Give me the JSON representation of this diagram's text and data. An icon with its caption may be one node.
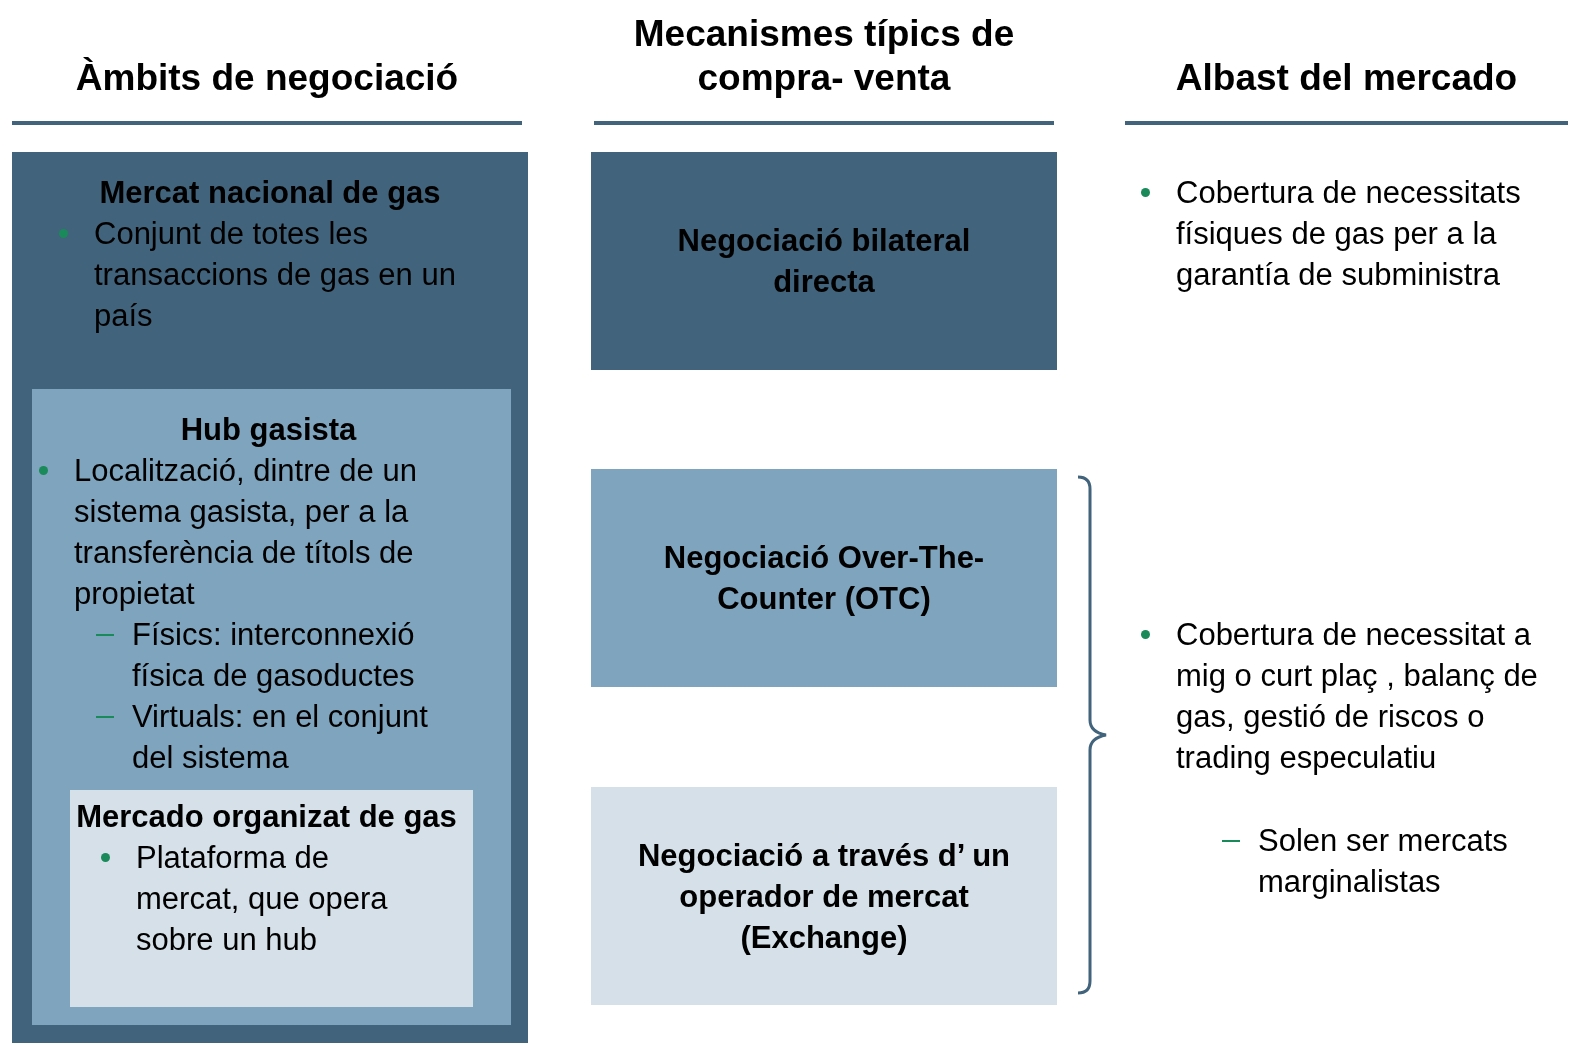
{
  "diagram": {
    "nodes": [
      {
        "text": [
          "Mercat nacional de gas",
          "Conjunt de totes les transaccions de gas en un país"
        ]
      },
      {
        "text": [
          "Hub gasista",
          "Localització, dintre de un sistema gasista, per a la transferència de títols de propietat",
          "Físics: interconnexió física de gasoductes",
          "Virtuals: en el conjunt del sistema"
        ],
        "in": 0
      },
      {
        "text": [
          "Mercado organizat de gas",
          "Plataforma de mercat, que opera sobre un hub"
        ],
        "in": 1
      },
      {
        "text": [
          "Negociació bilateral directa"
        ]
      },
      {
        "text": [
          "Negociació Over-The-Counter (OTC)"
        ]
      },
      {
        "text": [
          "Negociació a través d’ un operador de mercat (Exchange)"
        ]
      }
    ],
    "labels": [
      "Àmbits de negociació",
      "Mecanismes típics de compra- venta",
      "Albast del mercado",
      "Cobertura de necessitats físiques de gas per a la garantía de subministra",
      "Cobertura de necessitat a mig o curt plaç , balanç de gas, gestió de riscos o trading especulatiu",
      "Solen ser mercats marginalistas"
    ]
  }
}
